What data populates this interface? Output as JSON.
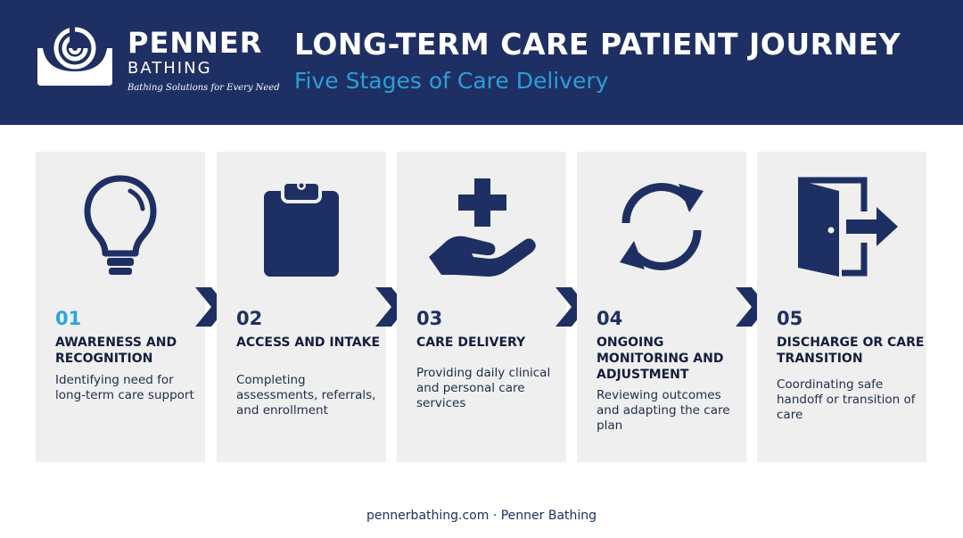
{
  "brand": {
    "name": "PENNER",
    "sub": "BATHING",
    "tagline": "Bathing Solutions for Every Need"
  },
  "header": {
    "title": "LONG-TERM CARE PATIENT JOURNEY",
    "subtitle": "Five Stages of Care Delivery"
  },
  "stages": [
    {
      "number": "01",
      "title": "AWARENESS AND RECOGNITION",
      "description": "Identifying need for long-term care support",
      "icon": "lightbulb-icon"
    },
    {
      "number": "02",
      "title": "ACCESS AND INTAKE",
      "description": "Completing assessments, referrals, and enrollment",
      "icon": "clipboard-icon"
    },
    {
      "number": "03",
      "title": "CARE DELIVERY",
      "description": "Providing daily clinical and personal care services",
      "icon": "hand-plus-icon"
    },
    {
      "number": "04",
      "title": "ONGOING MONITORING AND ADJUSTMENT",
      "description": "Reviewing outcomes and adapting the care plan",
      "icon": "refresh-cycle-icon"
    },
    {
      "number": "05",
      "title": "DISCHARGE OR CARE TRANSITION",
      "description": "Coordinating safe handoff or transition of care",
      "icon": "exit-door-icon"
    }
  ],
  "footer": {
    "text": "pennerbathing.com · Penner Bathing"
  },
  "colors": {
    "navy": "#1e2f63",
    "accent_blue": "#2a9fd8",
    "card_bg": "#efefef"
  }
}
